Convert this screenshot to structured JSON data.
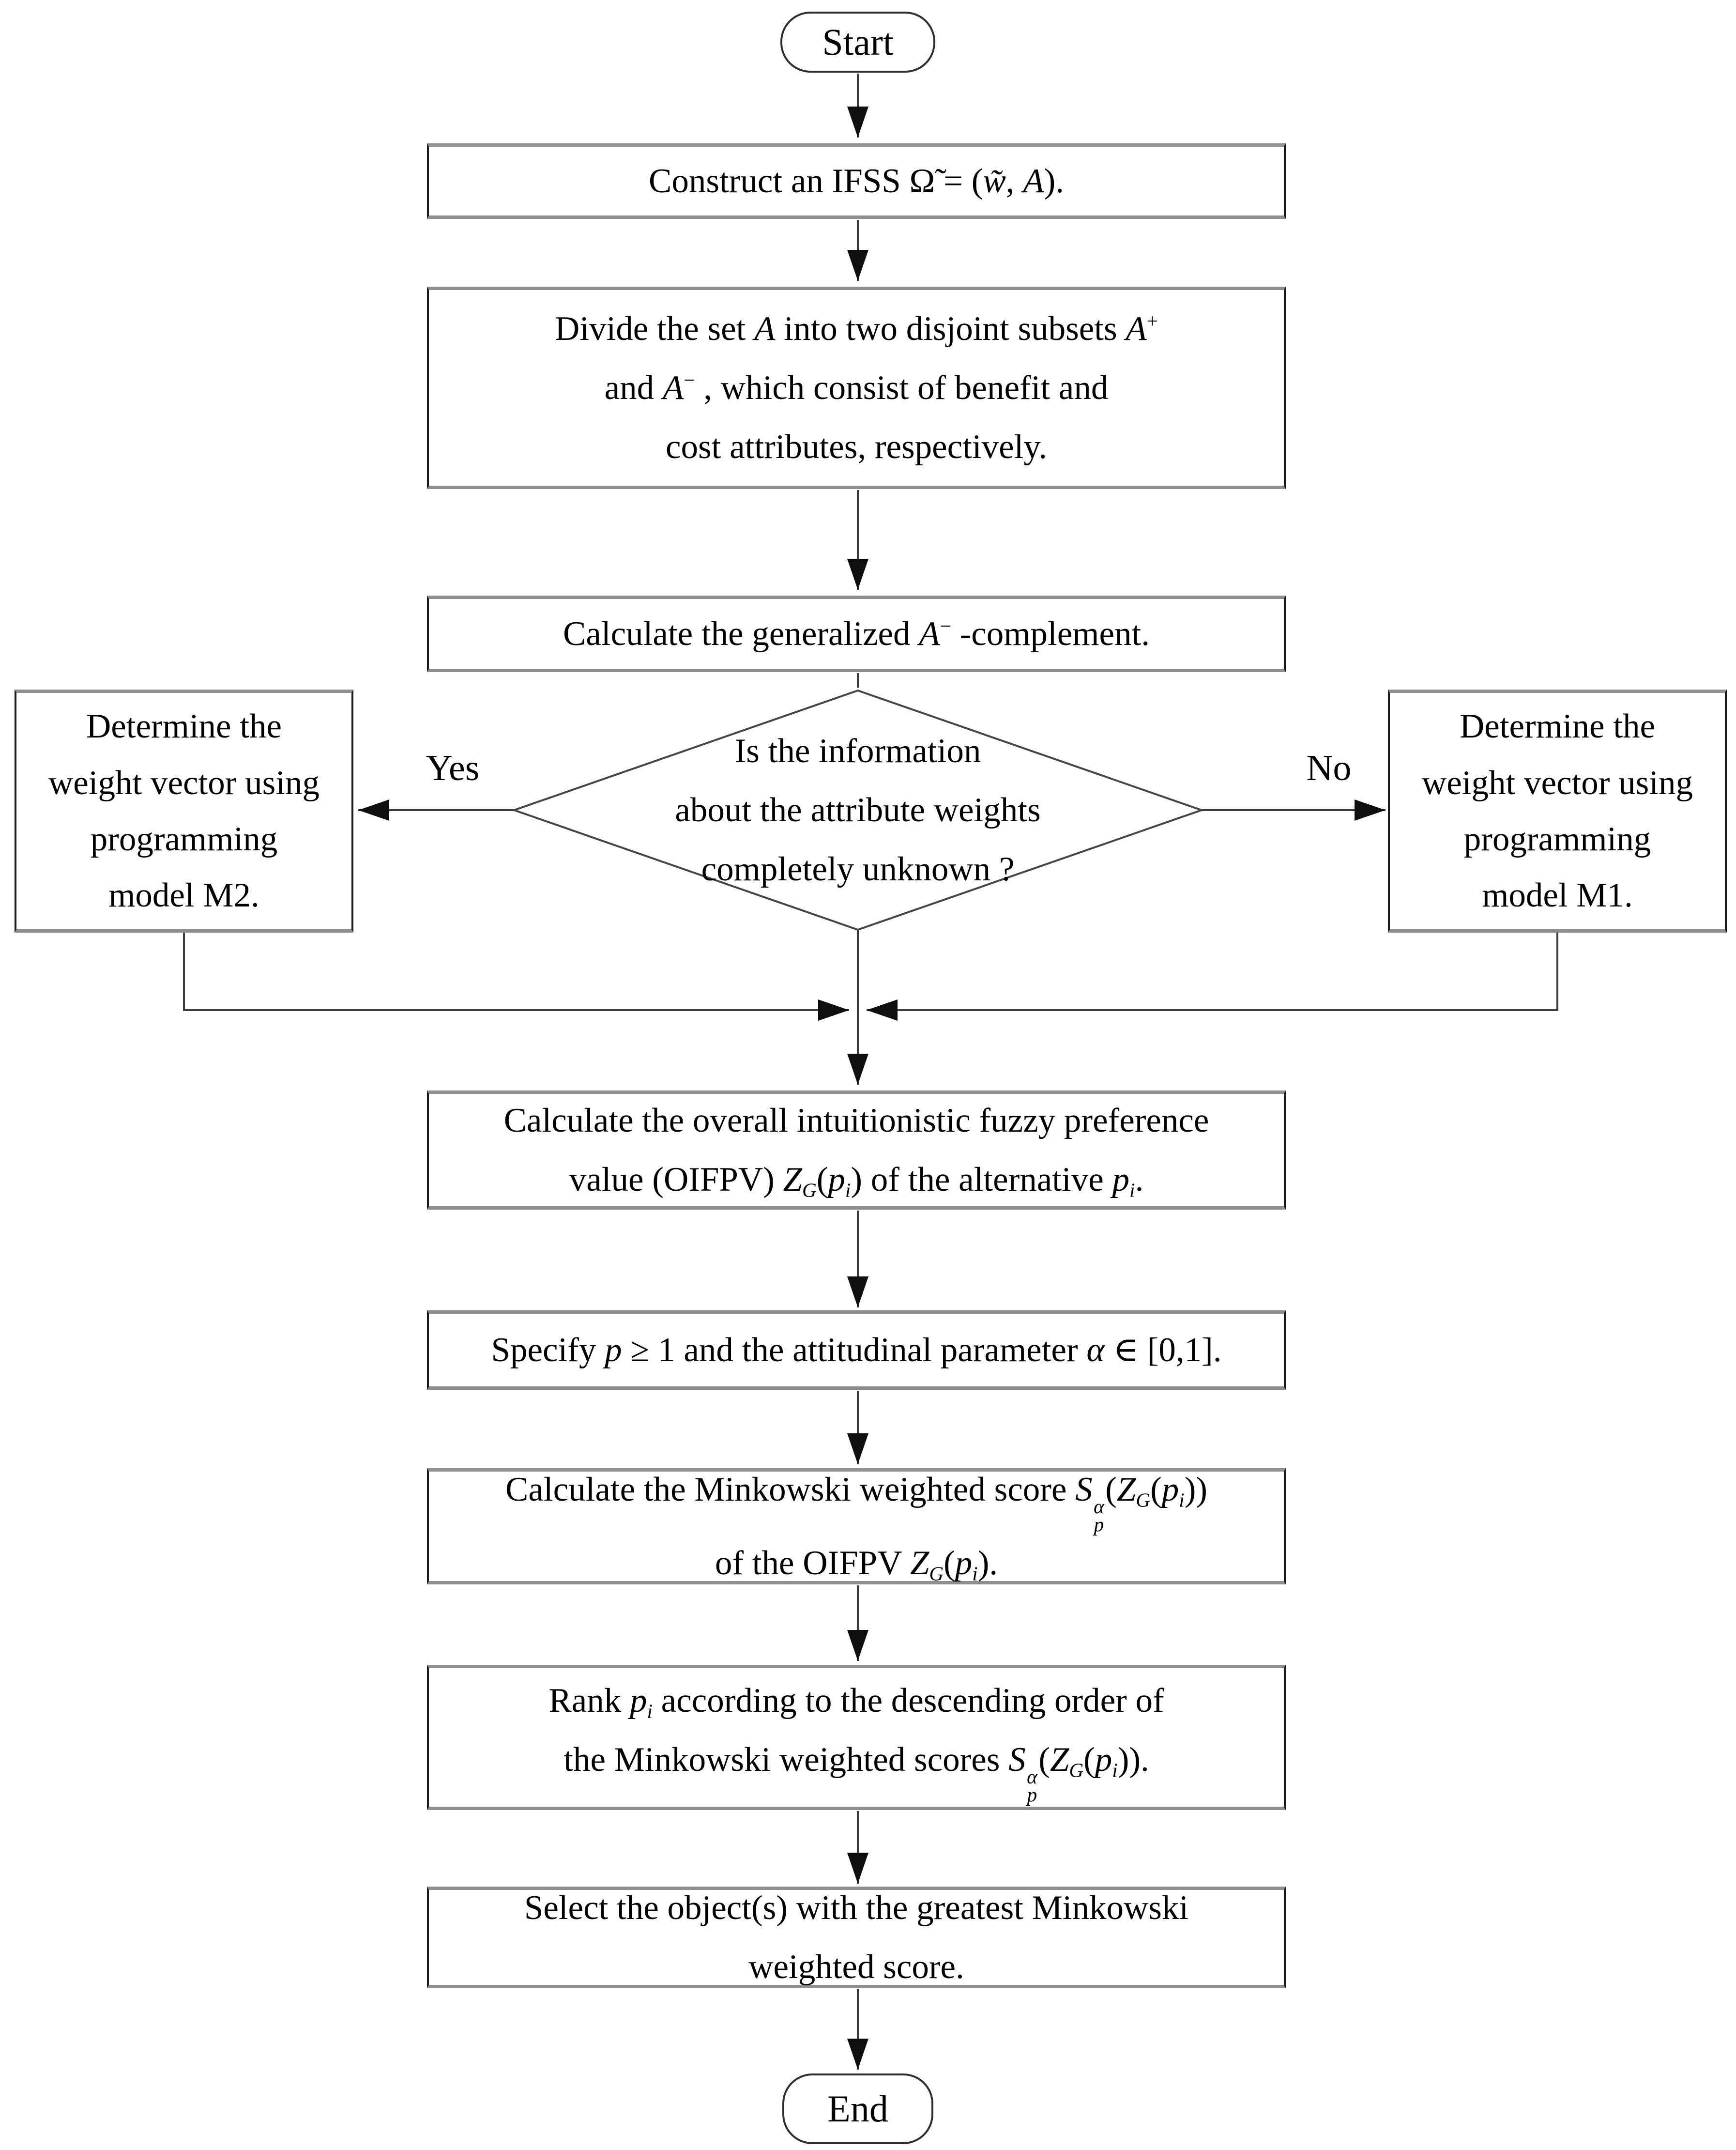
{
  "meta": {
    "background_color": "#ffffff",
    "line_color": "#3a3a3a",
    "text_color": "#000000"
  },
  "labels": {
    "yes": "Yes",
    "no": "No"
  },
  "nodes": {
    "start": {
      "label": "Start"
    },
    "construct": {
      "lines": [
        [
          {
            "t": "Construct an IFSS "
          },
          {
            "t": "Ω̃"
          },
          {
            "t": " = ("
          },
          {
            "t": "w̃",
            "s": "i"
          },
          {
            "t": ", "
          },
          {
            "t": "A",
            "s": "i"
          },
          {
            "t": ")."
          }
        ]
      ]
    },
    "divide": {
      "lines": [
        [
          {
            "t": "Divide the set "
          },
          {
            "t": "A",
            "s": "i"
          },
          {
            "t": " into two disjoint subsets "
          },
          {
            "t": "A",
            "s": "i"
          },
          {
            "t": "+",
            "s": "sup"
          }
        ],
        [
          {
            "t": "and "
          },
          {
            "t": "A",
            "s": "i"
          },
          {
            "t": "−",
            "s": "sup"
          },
          {
            "t": " , which consist of benefit and"
          }
        ],
        [
          {
            "t": "cost attributes, respectively."
          }
        ]
      ]
    },
    "complement": {
      "lines": [
        [
          {
            "t": "Calculate the generalized "
          },
          {
            "t": "A",
            "s": "i"
          },
          {
            "t": "−",
            "s": "sup"
          },
          {
            "t": " -complement."
          }
        ]
      ]
    },
    "decision": {
      "lines": [
        [
          {
            "t": "Is the information"
          }
        ],
        [
          {
            "t": "about the attribute weights"
          }
        ],
        [
          {
            "t": "completely unknown ?"
          }
        ]
      ]
    },
    "model_m2": {
      "lines": [
        [
          {
            "t": "Determine the"
          }
        ],
        [
          {
            "t": "weight vector using"
          }
        ],
        [
          {
            "t": "programming"
          }
        ],
        [
          {
            "t": "model M2."
          }
        ]
      ]
    },
    "model_m1": {
      "lines": [
        [
          {
            "t": "Determine the"
          }
        ],
        [
          {
            "t": "weight vector using"
          }
        ],
        [
          {
            "t": "programming"
          }
        ],
        [
          {
            "t": "model M1."
          }
        ]
      ]
    },
    "oifpv": {
      "lines": [
        [
          {
            "t": "Calculate the overall intuitionistic fuzzy preference"
          }
        ],
        [
          {
            "t": "value (OIFPV) "
          },
          {
            "t": "Z",
            "s": "i"
          },
          {
            "t": "G",
            "s": "sub cal"
          },
          {
            "t": "("
          },
          {
            "t": "p",
            "s": "i"
          },
          {
            "t": "i",
            "s": "sub i"
          },
          {
            "t": ") of the alternative "
          },
          {
            "t": "p",
            "s": "i"
          },
          {
            "t": "i",
            "s": "sub i"
          },
          {
            "t": "."
          }
        ]
      ]
    },
    "specify": {
      "lines": [
        [
          {
            "t": "Specify "
          },
          {
            "t": "p",
            "s": "i"
          },
          {
            "t": " ≥ 1 and the attitudinal parameter "
          },
          {
            "t": "α",
            "s": "i"
          },
          {
            "t": " ∈ [0,1]."
          }
        ]
      ]
    },
    "minkowski": {
      "lines": [
        [
          {
            "t": "Calculate the Minkowski weighted score "
          },
          {
            "t": "S",
            "s": "i"
          },
          {
            "sup": "α",
            "sub": "p"
          },
          {
            "t": "("
          },
          {
            "t": "Z",
            "s": "i"
          },
          {
            "t": "G",
            "s": "sub cal"
          },
          {
            "t": "("
          },
          {
            "t": "p",
            "s": "i"
          },
          {
            "t": "i",
            "s": "sub i"
          },
          {
            "t": "))"
          }
        ],
        [
          {
            "t": "of the OIFPV "
          },
          {
            "t": "Z",
            "s": "i"
          },
          {
            "t": "G",
            "s": "sub cal"
          },
          {
            "t": "("
          },
          {
            "t": "p",
            "s": "i"
          },
          {
            "t": "i",
            "s": "sub i"
          },
          {
            "t": ")."
          }
        ]
      ]
    },
    "rank": {
      "lines": [
        [
          {
            "t": "Rank "
          },
          {
            "t": "p",
            "s": "i"
          },
          {
            "t": "i",
            "s": "sub i"
          },
          {
            "t": " according to the descending order of"
          }
        ],
        [
          {
            "t": "the Minkowski weighted scores "
          },
          {
            "t": "S",
            "s": "i"
          },
          {
            "sup": "α",
            "sub": "p"
          },
          {
            "t": "("
          },
          {
            "t": "Z",
            "s": "i"
          },
          {
            "t": "G",
            "s": "sub cal"
          },
          {
            "t": "("
          },
          {
            "t": "p",
            "s": "i"
          },
          {
            "t": "i",
            "s": "sub i"
          },
          {
            "t": "))."
          }
        ]
      ]
    },
    "select": {
      "lines": [
        [
          {
            "t": "Select the object(s) with the greatest Minkowski"
          }
        ],
        [
          {
            "t": "weighted score."
          }
        ]
      ]
    },
    "end": {
      "label": "End"
    }
  }
}
